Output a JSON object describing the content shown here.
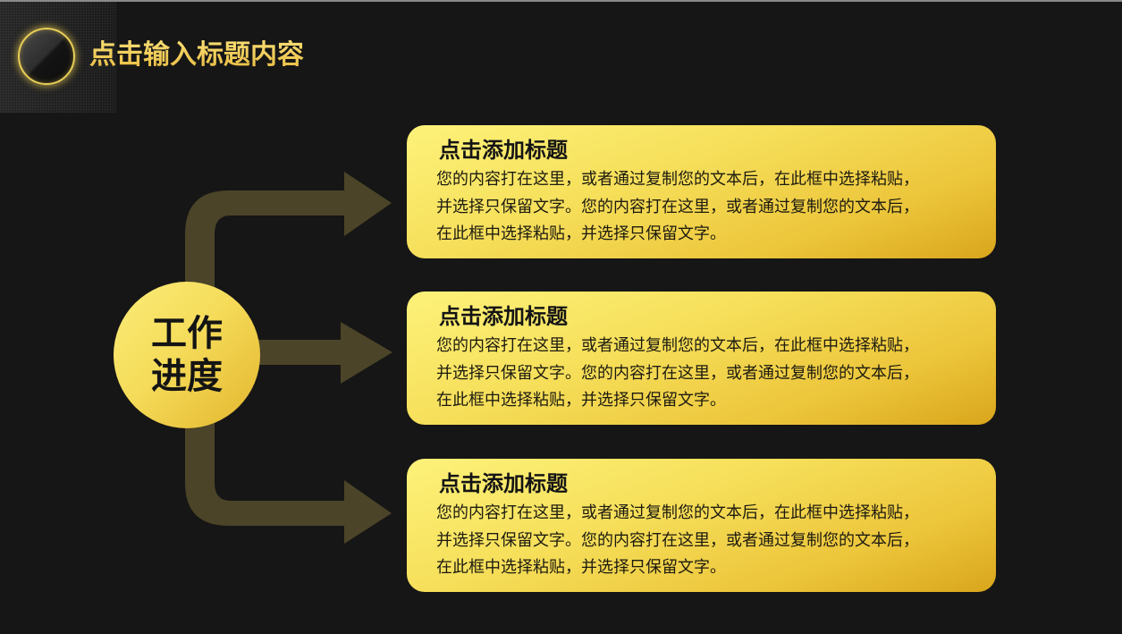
{
  "header": {
    "title": "点击输入标题内容",
    "logo_icon": "golden-eclipse-ring-icon"
  },
  "hub": {
    "line1": "工作",
    "line2": "进度"
  },
  "colors": {
    "background": "#161616",
    "accent_gold": "#f3d45b",
    "arrow": "#4b4428",
    "card_gradient_start": "#fdf27a",
    "card_gradient_end": "#d9a51b",
    "text_dark": "#141414"
  },
  "cards": [
    {
      "title": "点击添加标题",
      "lines": [
        "您的内容打在这里，或者通过复制您的文本后，在此框中选择粘贴，",
        "并选择只保留文字。您的内容打在这里，或者通过复制您的文本后，",
        "在此框中选择粘贴，并选择只保留文字。"
      ]
    },
    {
      "title": "点击添加标题",
      "lines": [
        "您的内容打在这里，或者通过复制您的文本后，在此框中选择粘贴，",
        "并选择只保留文字。您的内容打在这里，或者通过复制您的文本后，",
        "在此框中选择粘贴，并选择只保留文字。"
      ]
    },
    {
      "title": "点击添加标题",
      "lines": [
        "您的内容打在这里，或者通过复制您的文本后，在此框中选择粘贴，",
        "并选择只保留文字。您的内容打在这里，或者通过复制您的文本后，",
        "在此框中选择粘贴，并选择只保留文字。"
      ]
    }
  ]
}
